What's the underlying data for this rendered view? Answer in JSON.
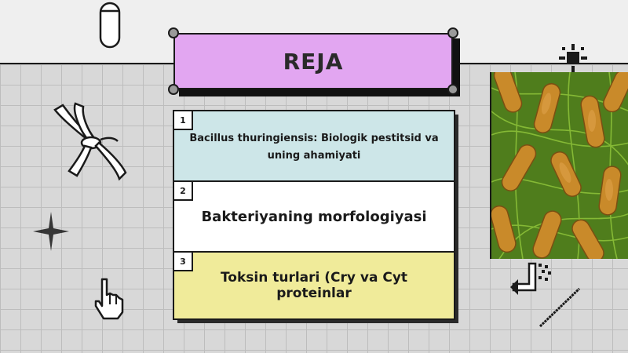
{
  "slide": {
    "title": "REJA",
    "items": [
      {
        "number": "1",
        "text": "Bacillus thuringiensis: Biologik pestitsid va uning ahamiyati"
      },
      {
        "number": "2",
        "text": "Bakteriyaning morfologiyasi"
      },
      {
        "number": "3",
        "text": "Toksin turlari (Cry va Cyt proteinlar"
      }
    ]
  },
  "colors": {
    "title_bg": "#e2a6f1",
    "row1_bg": "#cde6e8",
    "row2_bg": "#ffffff",
    "row3_bg": "#f0eb9a",
    "bacteria_green": "#6a9a22",
    "bacteria_orange": "#c98a2a"
  },
  "icons": [
    "capsule-icon",
    "ribbon-bow-icon",
    "sparkle-icon",
    "pointer-hand-icon",
    "cursor-arrow-icon",
    "pencil-line-icon"
  ]
}
